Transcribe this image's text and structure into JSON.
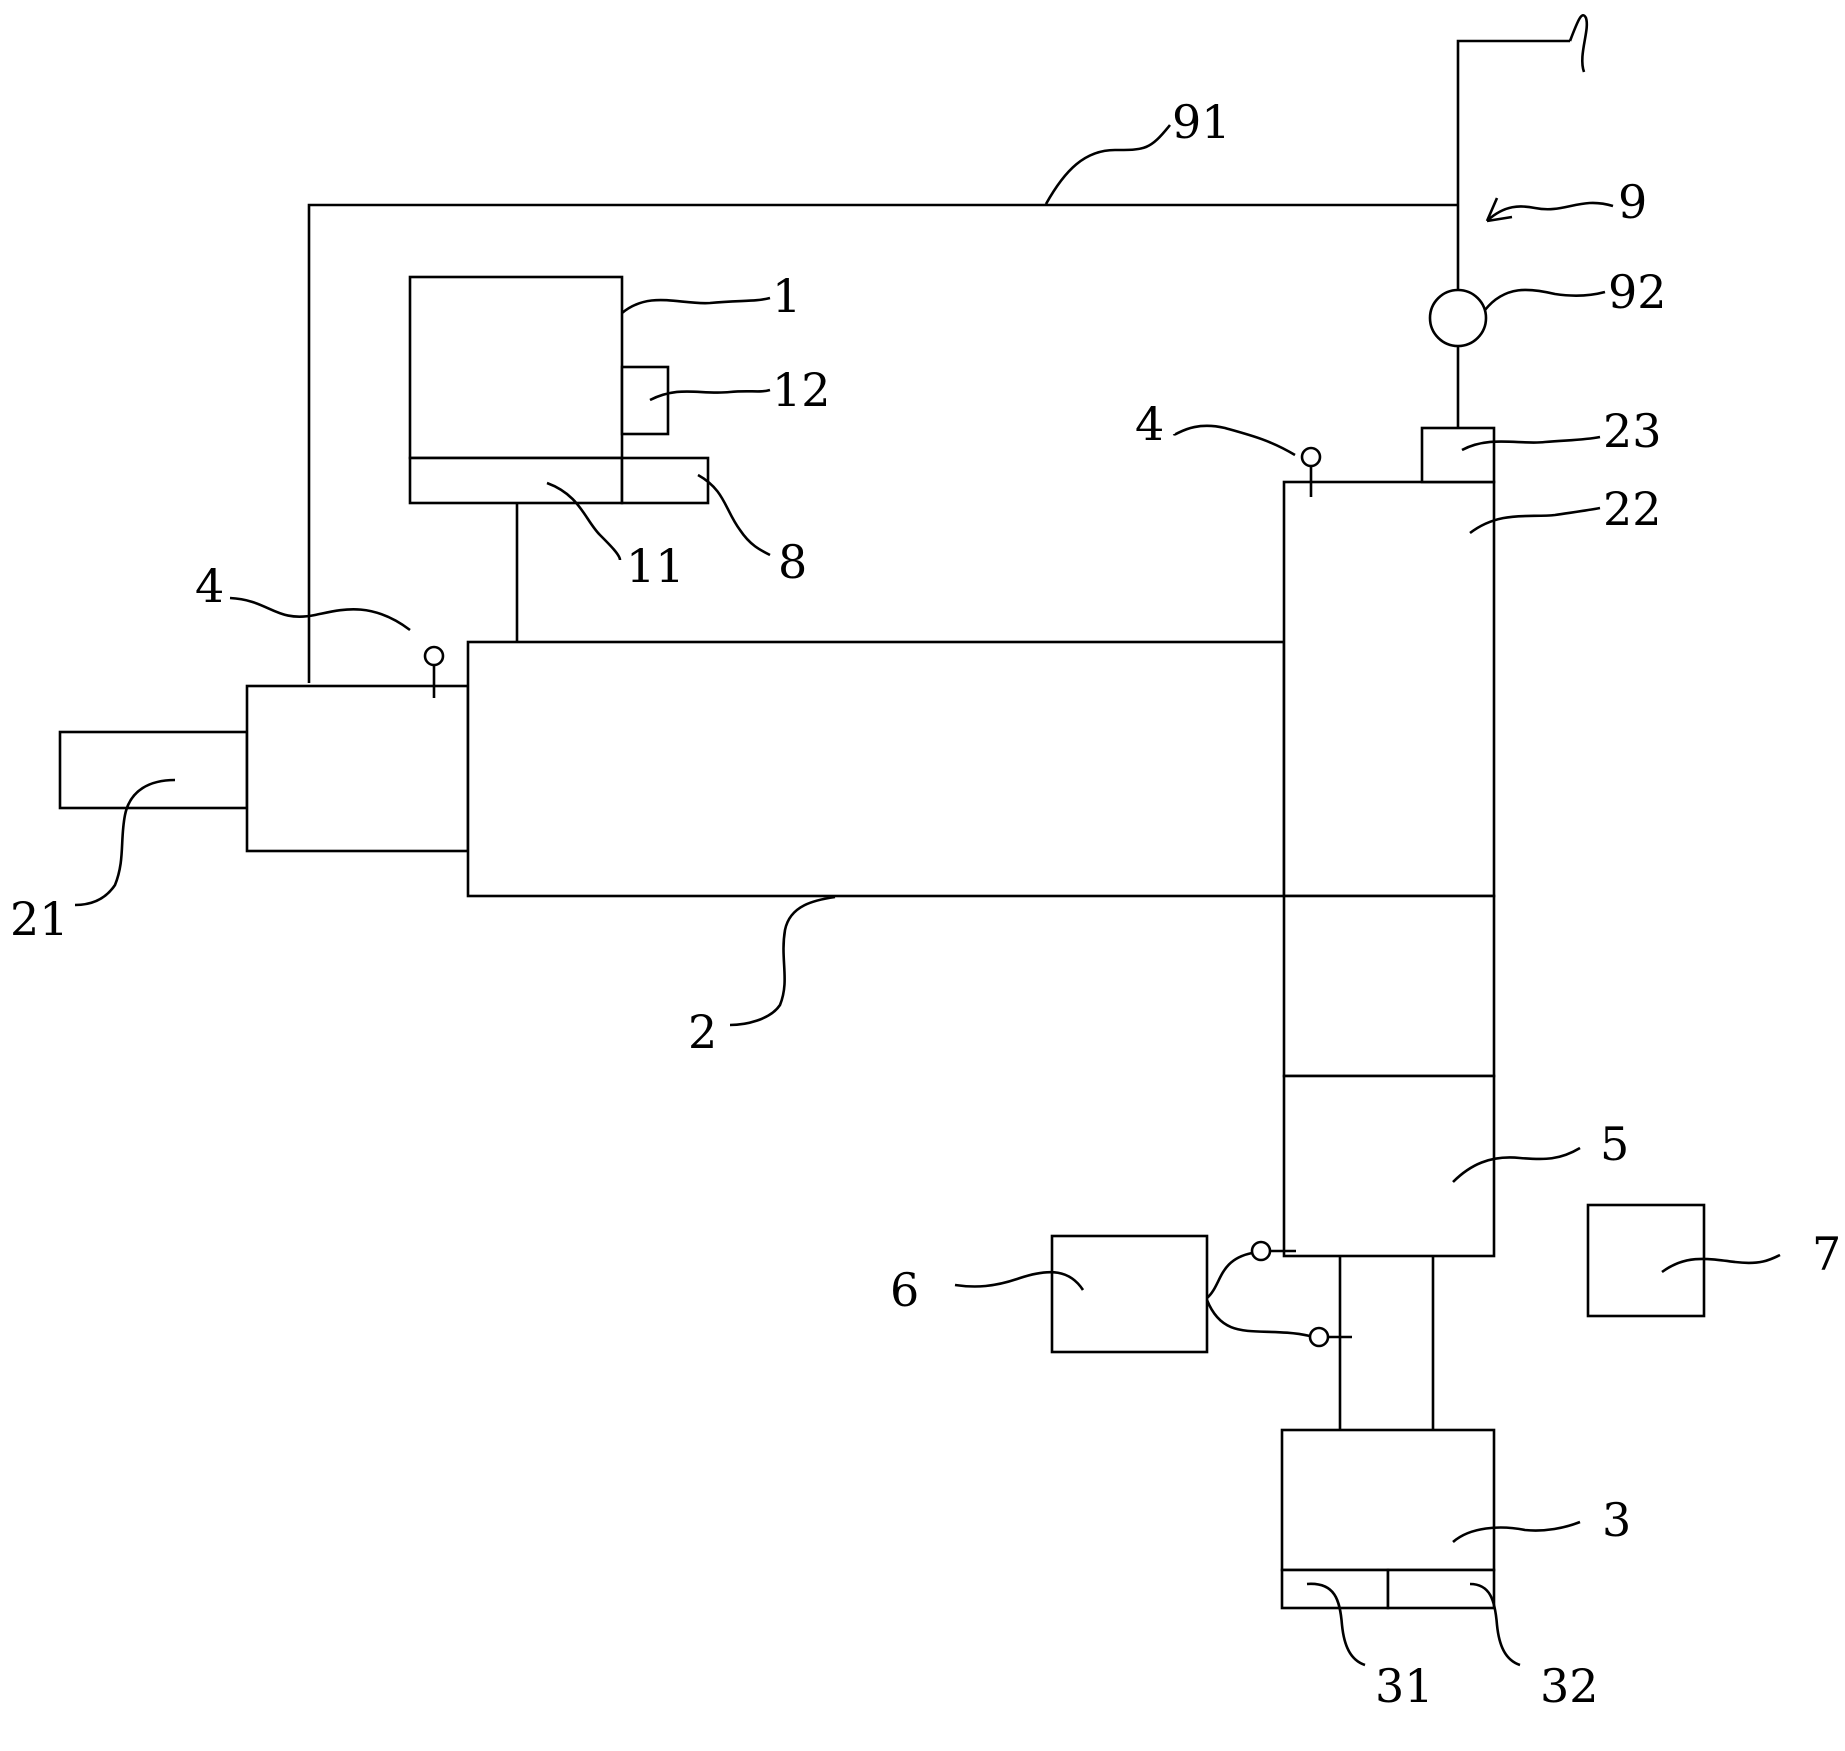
{
  "labels": {
    "l1": "1",
    "l2": "2",
    "l3": "3",
    "l4a": "4",
    "l4b": "4",
    "l5": "5",
    "l6": "6",
    "l7": "7",
    "l8": "8",
    "l9": "9",
    "l11": "11",
    "l12": "12",
    "l21": "21",
    "l22": "22",
    "l23": "23",
    "l31": "31",
    "l32": "32",
    "l91": "91",
    "l92": "92"
  }
}
